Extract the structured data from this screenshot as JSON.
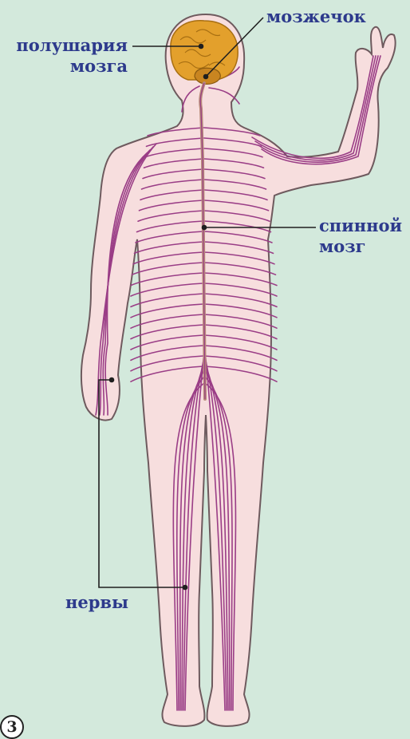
{
  "labels": {
    "hemispheres": [
      "полушария",
      "мозга"
    ],
    "cerebellum": "мозжечок",
    "spinal_cord": [
      "спинной",
      "мозг"
    ],
    "nerves": "нервы"
  },
  "figure_number": "3",
  "colors": {
    "background": "#d3e9dc",
    "body_fill": "#f7dede",
    "body_outline": "#6e5a5e",
    "nerve": "#9a3d86",
    "spinal_cord": "#b98a7a",
    "brain": "#e3a02c",
    "label_text": "#2d3a8c",
    "leader_line": "#1f1f1f"
  }
}
